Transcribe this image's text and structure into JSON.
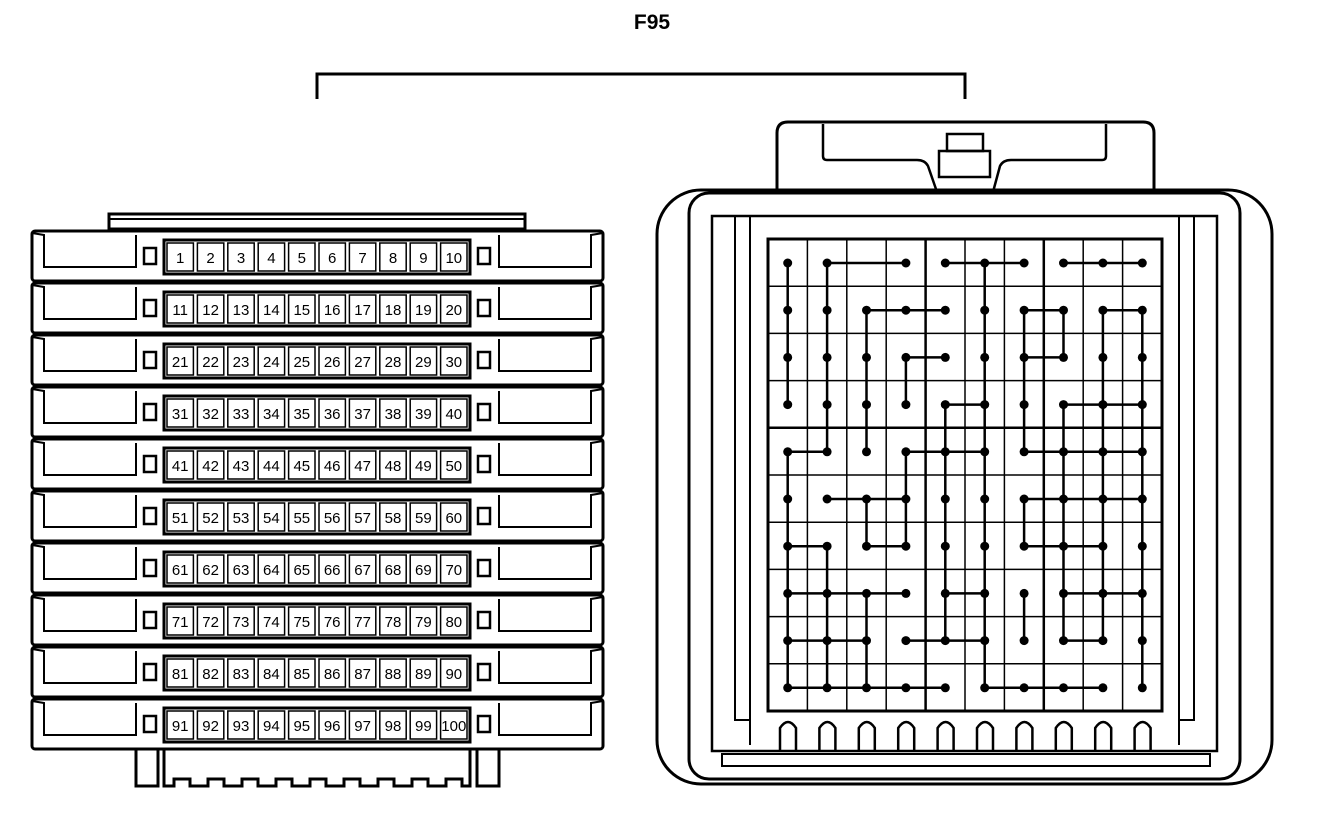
{
  "diagram": {
    "connector_id": "F95",
    "rows": [
      [
        "1",
        "2",
        "3",
        "4",
        "5",
        "6",
        "7",
        "8",
        "9",
        "10"
      ],
      [
        "11",
        "12",
        "13",
        "14",
        "15",
        "16",
        "17",
        "18",
        "19",
        "20"
      ],
      [
        "21",
        "22",
        "23",
        "24",
        "25",
        "26",
        "27",
        "28",
        "29",
        "30"
      ],
      [
        "31",
        "32",
        "33",
        "34",
        "35",
        "36",
        "37",
        "38",
        "39",
        "40"
      ],
      [
        "41",
        "42",
        "43",
        "44",
        "45",
        "46",
        "47",
        "48",
        "49",
        "50"
      ],
      [
        "51",
        "52",
        "53",
        "54",
        "55",
        "56",
        "57",
        "58",
        "59",
        "60"
      ],
      [
        "61",
        "62",
        "63",
        "64",
        "65",
        "66",
        "67",
        "68",
        "69",
        "70"
      ],
      [
        "71",
        "72",
        "73",
        "74",
        "75",
        "76",
        "77",
        "78",
        "79",
        "80"
      ],
      [
        "81",
        "82",
        "83",
        "84",
        "85",
        "86",
        "87",
        "88",
        "89",
        "90"
      ],
      [
        "91",
        "92",
        "93",
        "94",
        "95",
        "96",
        "97",
        "98",
        "99",
        "100"
      ]
    ],
    "stroke_color": "#000000",
    "background_color": "#ffffff"
  }
}
